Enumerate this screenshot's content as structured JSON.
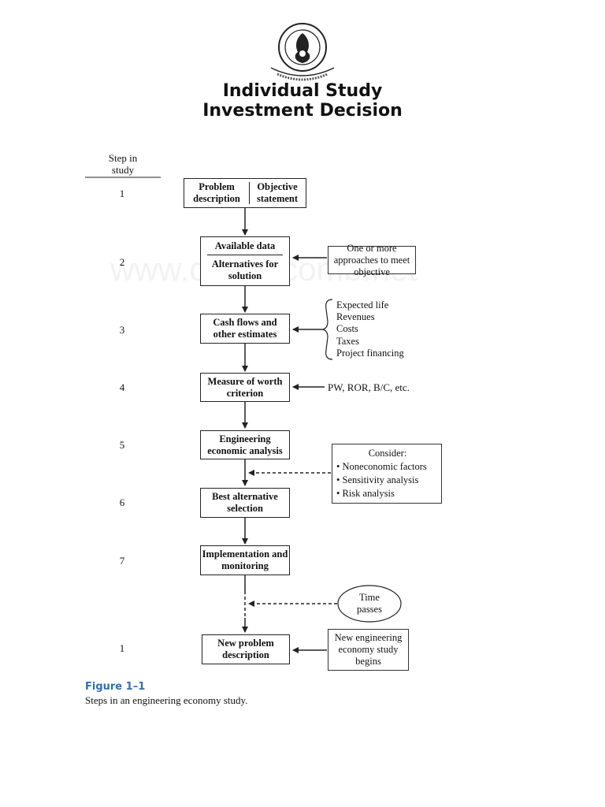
{
  "header": {
    "title_line1": "Individual Study",
    "title_line2": "Investment Decision"
  },
  "watermark": "www.doctorcomb.net",
  "step_header": {
    "line1": "Step in",
    "line2": "study"
  },
  "steps": [
    "1",
    "2",
    "3",
    "4",
    "5",
    "6",
    "7",
    "1"
  ],
  "boxes": {
    "problem_description": "Problem description",
    "objective_statement": "Objective statement",
    "available_data": "Available data",
    "alternatives": "Alternatives for solution",
    "cash_flows": "Cash flows and other estimates",
    "measure_worth": "Measure of worth criterion",
    "engineering_analysis": "Engineering economic analysis",
    "best_alternative": "Best alternative selection",
    "implementation": "Implementation and monitoring",
    "new_problem": "New problem description"
  },
  "notes": {
    "approaches": "One or more approaches to meet objective",
    "estimates": [
      "Expected life",
      "Revenues",
      "Costs",
      "Taxes",
      "Project financing"
    ],
    "measures": "PW, ROR, B/C, etc.",
    "consider_title": "Consider:",
    "consider_items": [
      "• Noneconomic factors",
      "• Sensitivity analysis",
      "• Risk analysis"
    ],
    "time_passes": "Time passes",
    "new_study": "New engineering economy study begins"
  },
  "caption": {
    "label": "Figure 1–1",
    "text": "Steps in an engineering economy study."
  },
  "colors": {
    "figure_label": "#2f6fb5",
    "line": "#222222"
  }
}
